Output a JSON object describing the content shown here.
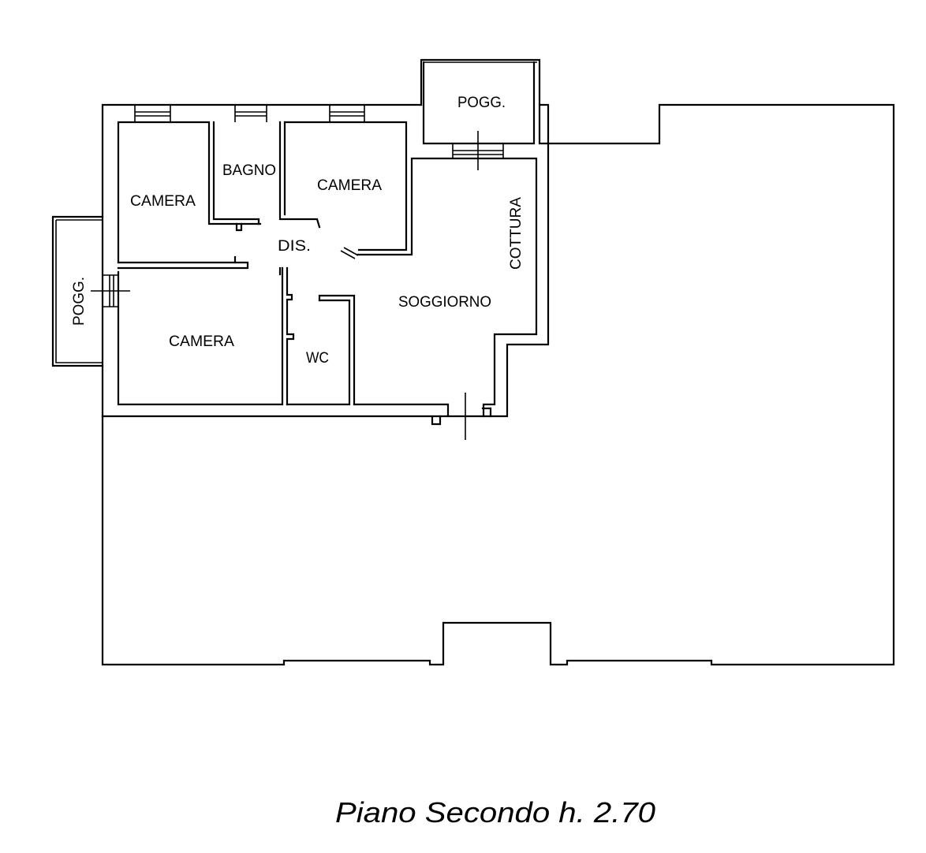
{
  "plan": {
    "rooms": {
      "camera_nw": "CAMERA",
      "bagno": "BAGNO",
      "camera_n": "CAMERA",
      "pogg_top": "POGG.",
      "pogg_left": "POGG.",
      "dis": "DIS.",
      "cottura": "COTTURA",
      "soggiorno": "SOGGIORNO",
      "camera_sw": "CAMERA",
      "wc": "WC"
    },
    "caption": "Piano Secondo h. 2.70"
  },
  "colors": {
    "line": "#000000",
    "background": "#ffffff"
  }
}
